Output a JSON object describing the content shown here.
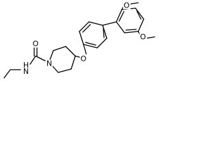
{
  "molecule": {
    "atoms": {
      "carbonyl_o": "O",
      "amide_nh": "H\nN",
      "piperidine_n": "N",
      "ether_o": "O",
      "methoxy_top_o": "O",
      "methoxy_bottom_o": "O"
    }
  },
  "style": {
    "bond_color": "#000000",
    "background": "#ffffff"
  }
}
